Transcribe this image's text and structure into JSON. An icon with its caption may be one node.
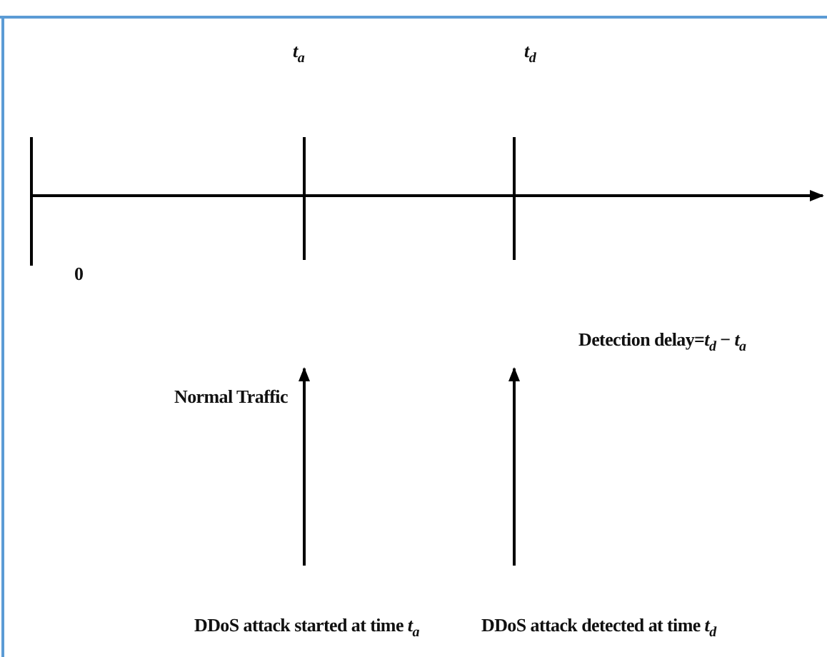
{
  "diagram": {
    "nodes": [
      {
        "text": [
          "DDoS attack started at time  *t*$_{a}$"
        ]
      },
      {
        "text": [
          "DDoS attack detected at time  *t*$_{d}$"
        ]
      }
    ],
    "edges": [
      {
        "from": 0,
        "to": null,
        "arrow": "to"
      },
      {
        "from": 1,
        "to": null,
        "arrow": "to"
      }
    ],
    "labels": [
      "*t*$_{a}$",
      "*t*$_{d}$",
      "0",
      "Detection delay=*t*$_{d}$ − *t*$_{a}$",
      "Normal Traffic"
    ]
  }
}
